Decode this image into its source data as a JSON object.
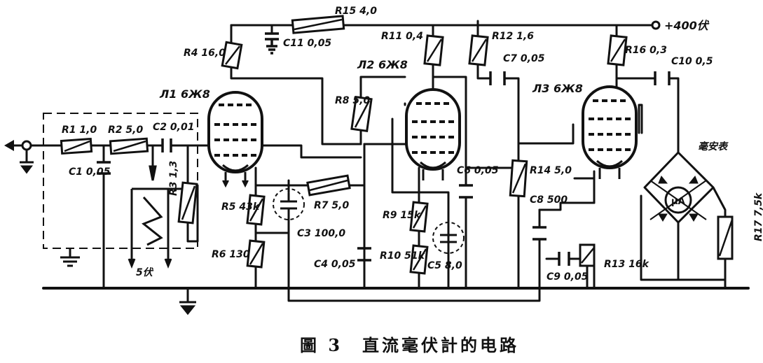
{
  "supply": "+400伏",
  "caption": "圖 3　直流毫伏計的电路",
  "tubes": [
    {
      "label": "Л1 6Ж8"
    },
    {
      "label": "Л2 6Ж8"
    },
    {
      "label": "Л3 6Ж8"
    }
  ],
  "resistors": [
    {
      "label": "R1 1,0"
    },
    {
      "label": "R2 5,0"
    },
    {
      "label": "R3 1,3"
    },
    {
      "label": "R4 16,0"
    },
    {
      "label": "R5 43k"
    },
    {
      "label": "R6 130"
    },
    {
      "label": "R7 5,0"
    },
    {
      "label": "R8 5,0"
    },
    {
      "label": "R9 15k"
    },
    {
      "label": "R10 51k"
    },
    {
      "label": "R11 0,4"
    },
    {
      "label": "R12 1,6"
    },
    {
      "label": "R13 16k"
    },
    {
      "label": "R14 5,0"
    },
    {
      "label": "R15 4,0"
    },
    {
      "label": "R16 0,3"
    },
    {
      "label": "R17 7,5k"
    }
  ],
  "capacitors": [
    {
      "label": "C1 0,05"
    },
    {
      "label": "C2 0,01"
    },
    {
      "label": "C3 100,0"
    },
    {
      "label": "C4 0,05"
    },
    {
      "label": "C5 8,0"
    },
    {
      "label": "C6 0,05"
    },
    {
      "label": "C7 0,05"
    },
    {
      "label": "C8 500"
    },
    {
      "label": "C9 0,05"
    },
    {
      "label": "C10 0,5"
    },
    {
      "label": "C11 0,05"
    }
  ],
  "meter": {
    "symbol": "μA",
    "label": "毫安表"
  },
  "heater": {
    "label": "5伏"
  }
}
